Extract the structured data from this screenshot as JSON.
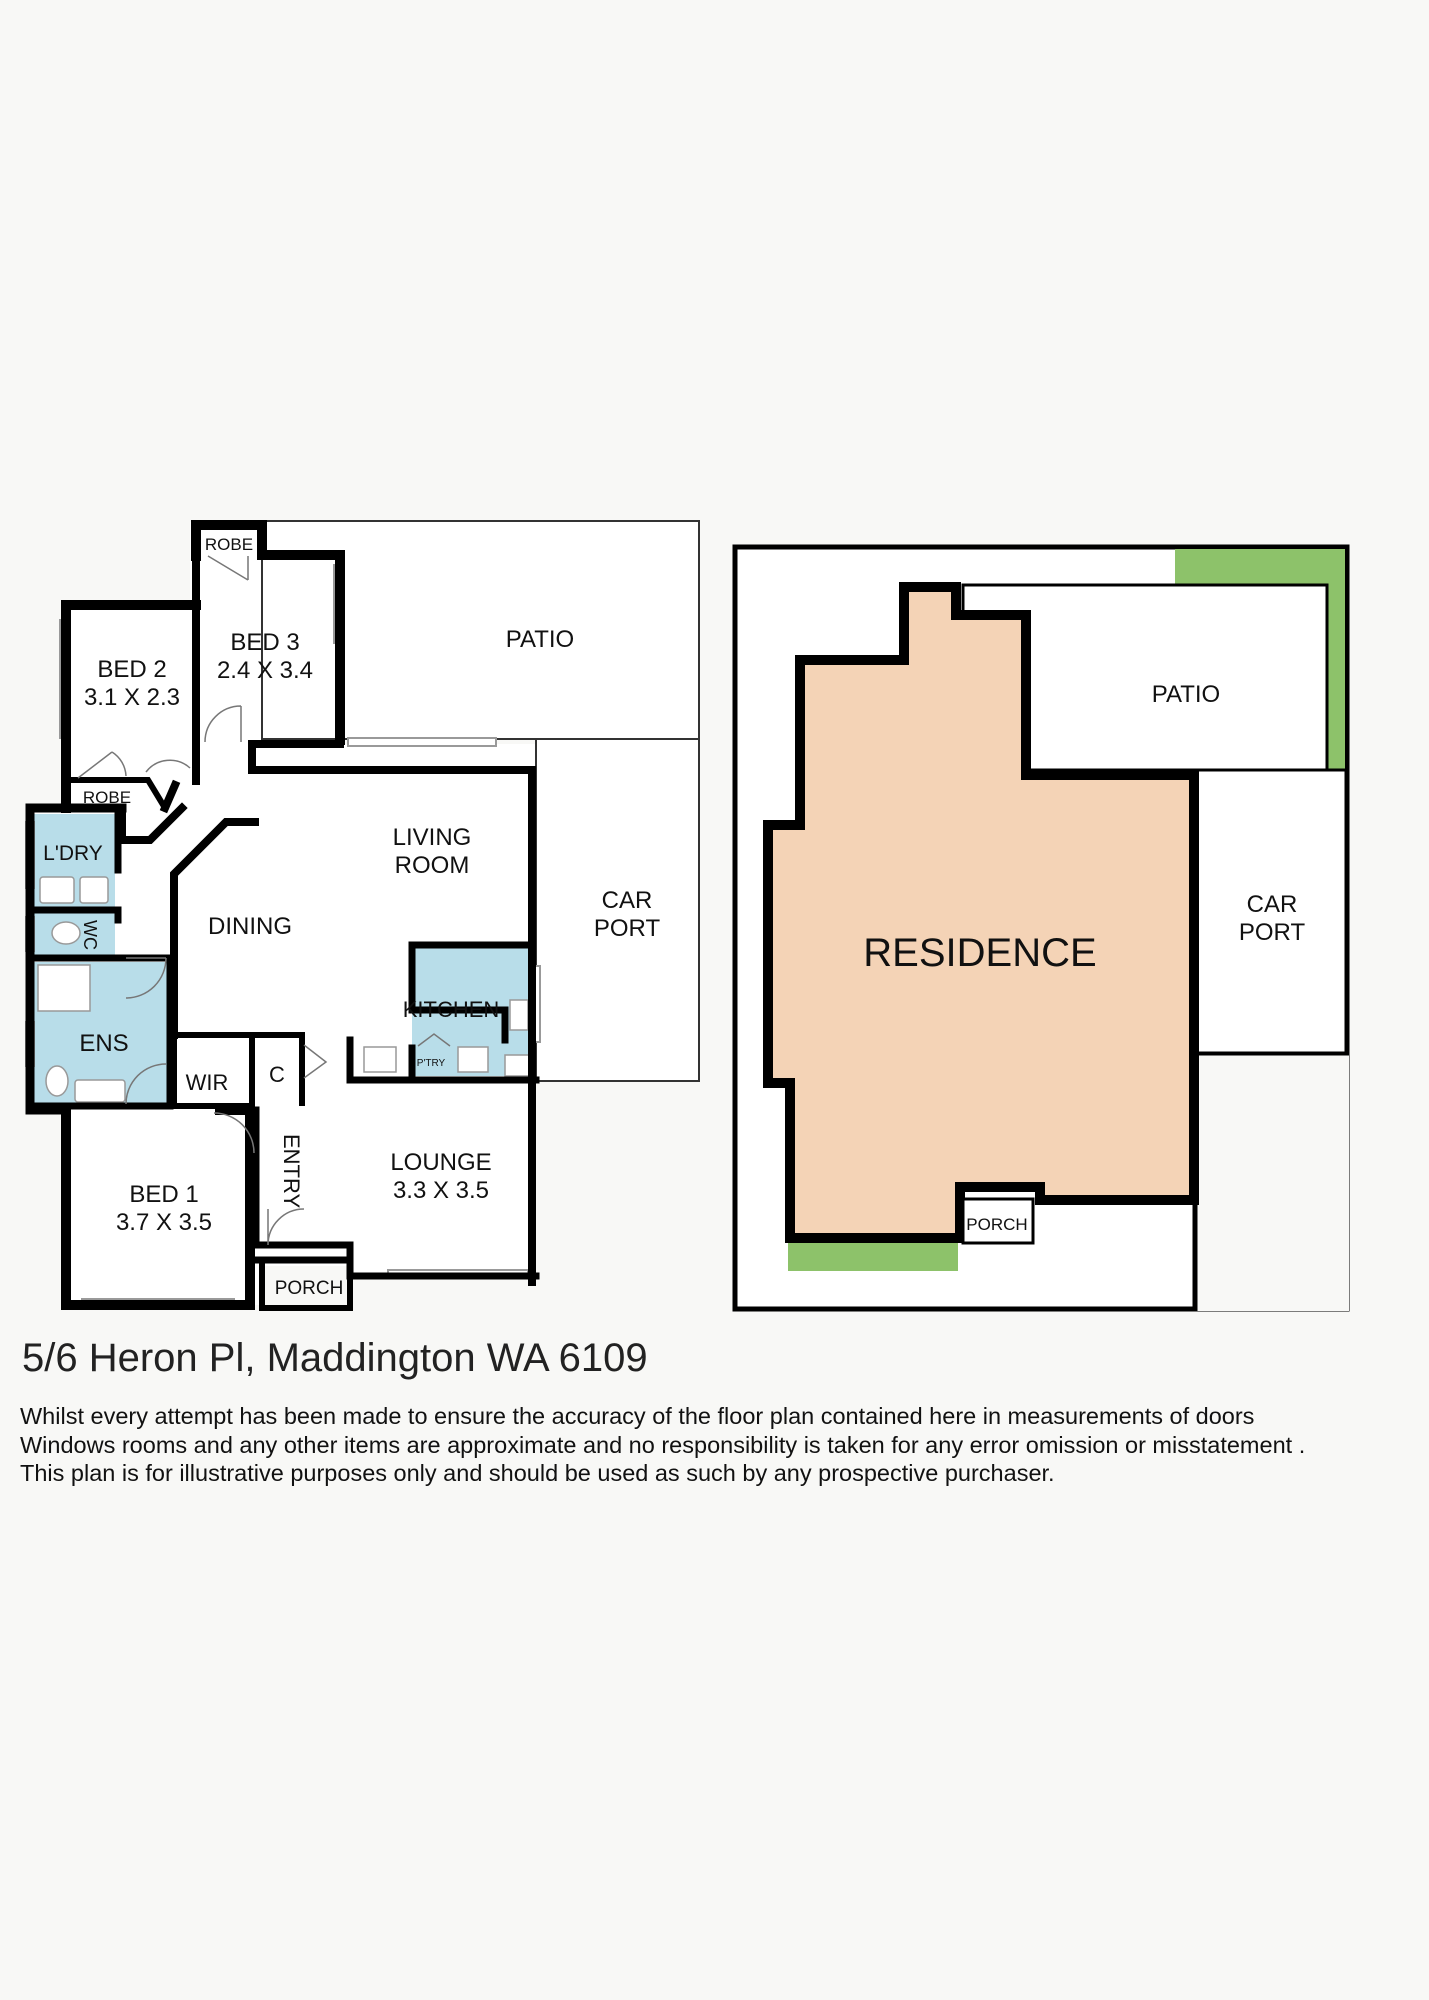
{
  "floorplan": {
    "rooms": {
      "bed3": {
        "name": "BED 3",
        "size": "2.4 X 3.4"
      },
      "bed2": {
        "name": "BED 2",
        "size": "3.1 X 2.3"
      },
      "bed1": {
        "name": "BED 1",
        "size": "3.7 X 3.5"
      },
      "lounge": {
        "name": "LOUNGE",
        "size": "3.3 X 3.5"
      },
      "robe_bed3": "ROBE",
      "robe_bed2": "ROBE",
      "patio": "PATIO",
      "living_line1": "LIVING",
      "living_line2": "ROOM",
      "carport_line1": "CAR",
      "carport_line2": "PORT",
      "laundry": "L'DRY",
      "wc": "WC",
      "dining": "DINING",
      "kitchen": "KITCHEN",
      "pantry": "P'TRY",
      "ensuite": "ENS",
      "wir": "WIR",
      "cupboard": "C",
      "entry": "ENTRY",
      "porch": "PORCH"
    },
    "colors": {
      "wet_area": "#b8dde9",
      "wall": "#000000",
      "floor": "#ffffff"
    }
  },
  "siteplan": {
    "residence": "RESIDENCE",
    "patio": "PATIO",
    "carport_line1": "CAR",
    "carport_line2": "PORT",
    "porch": "PORCH",
    "colors": {
      "residence": "#f4d3b6",
      "garden": "#8dc26a"
    }
  },
  "address": "5/6 Heron Pl, Maddington WA 6109",
  "disclaimer": [
    "Whilst every attempt has been made to ensure the accuracy of the floor plan contained here in measurements of doors",
    "Windows rooms and any other items are approximate and no responsibility is taken for any error omission or misstatement .",
    "This plan is for illustrative purposes only and should be used as such by any prospective purchaser."
  ]
}
